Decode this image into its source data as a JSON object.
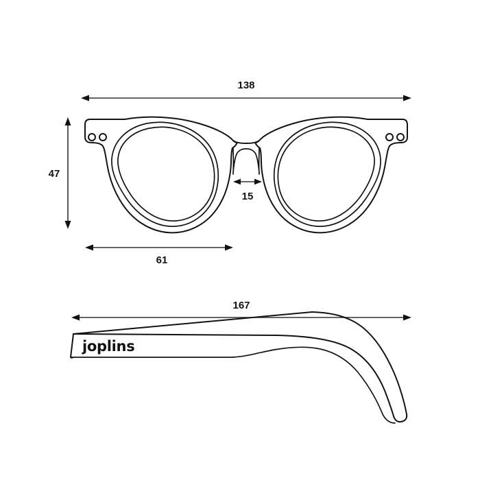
{
  "document": {
    "type": "product-dimension-drawing",
    "subject": "eyeglasses",
    "brand": "joplins",
    "background_color": "#ffffff",
    "line_color": "#121212",
    "text_color": "#121212",
    "unit": "mm"
  },
  "front_view": {
    "name": "front-view",
    "dimensions": {
      "total_width": {
        "label": "138",
        "orientation": "horizontal",
        "position": "top"
      },
      "frame_height": {
        "label": "47",
        "orientation": "vertical",
        "position": "left"
      },
      "lens_width": {
        "label": "61",
        "orientation": "horizontal",
        "position": "bottom-left"
      },
      "bridge_width": {
        "label": "15",
        "orientation": "horizontal",
        "position": "center"
      }
    },
    "features": {
      "left_hinge_rivets": 2,
      "right_hinge_rivets": 2,
      "bridge_style": "keyhole",
      "lens_shape": "round"
    }
  },
  "temple_view": {
    "name": "temple-side-view",
    "dimensions": {
      "temple_length": {
        "label": "167",
        "orientation": "horizontal",
        "position": "top"
      }
    },
    "branding": {
      "logo_text": "joplins"
    }
  }
}
